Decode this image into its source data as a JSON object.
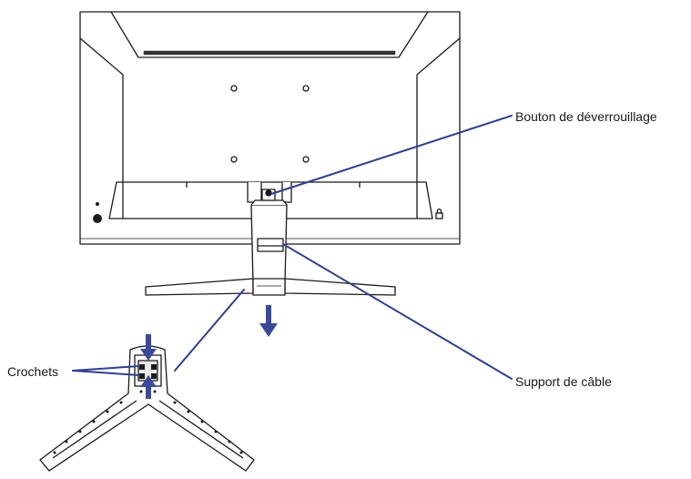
{
  "labels": {
    "release_button": "Bouton de déverrouillage",
    "cable_holder": "Support de câble",
    "hooks": "Crochets"
  },
  "colors": {
    "outline": "#1a1a1a",
    "callout": "#2e3f8f",
    "arrow": "#3a4a9a",
    "background": "#ffffff"
  }
}
